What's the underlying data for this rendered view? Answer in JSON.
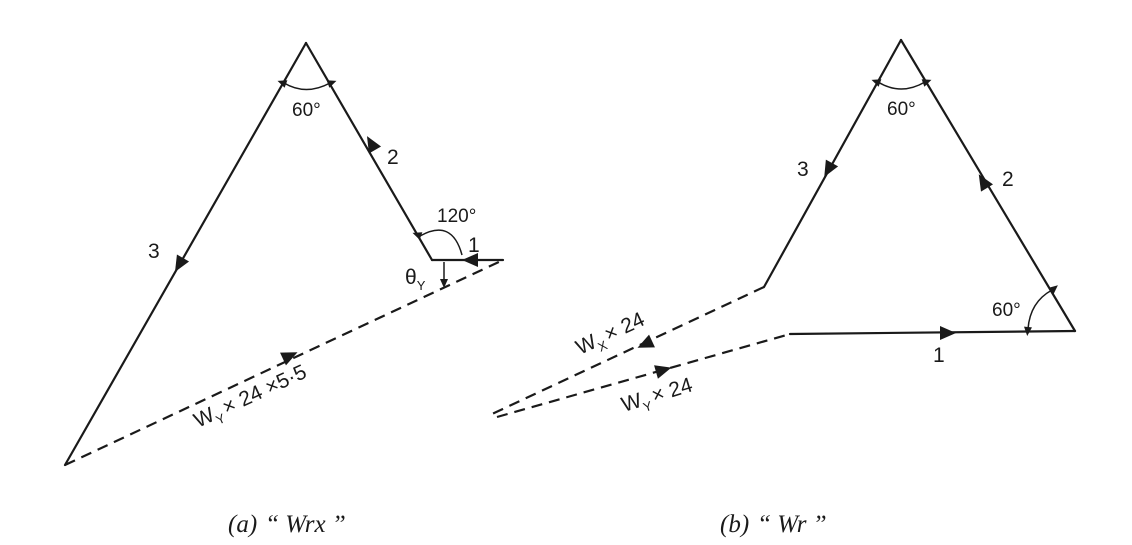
{
  "diagram_a": {
    "side_1": "1",
    "side_2": "2",
    "side_3": "3",
    "apex_angle": "60°",
    "corner_angle": "120°",
    "theta_label": "θ",
    "theta_sub": "Y",
    "closing_label": "W",
    "closing_sub": "Y",
    "closing_rest": "× 24 ×5·5",
    "caption_part": "(a)",
    "caption_name": "“ Wrx ”"
  },
  "diagram_b": {
    "side_1": "1",
    "side_2": "2",
    "side_3": "3",
    "apex_angle": "60°",
    "corner_angle": "60°",
    "wx_label": "W",
    "wx_sub": "X",
    "wx_rest": "× 24",
    "wy_label": "W",
    "wy_sub": "Y",
    "wy_rest": "× 24",
    "caption_part": "(b)",
    "caption_name": "“ Wr ”"
  }
}
